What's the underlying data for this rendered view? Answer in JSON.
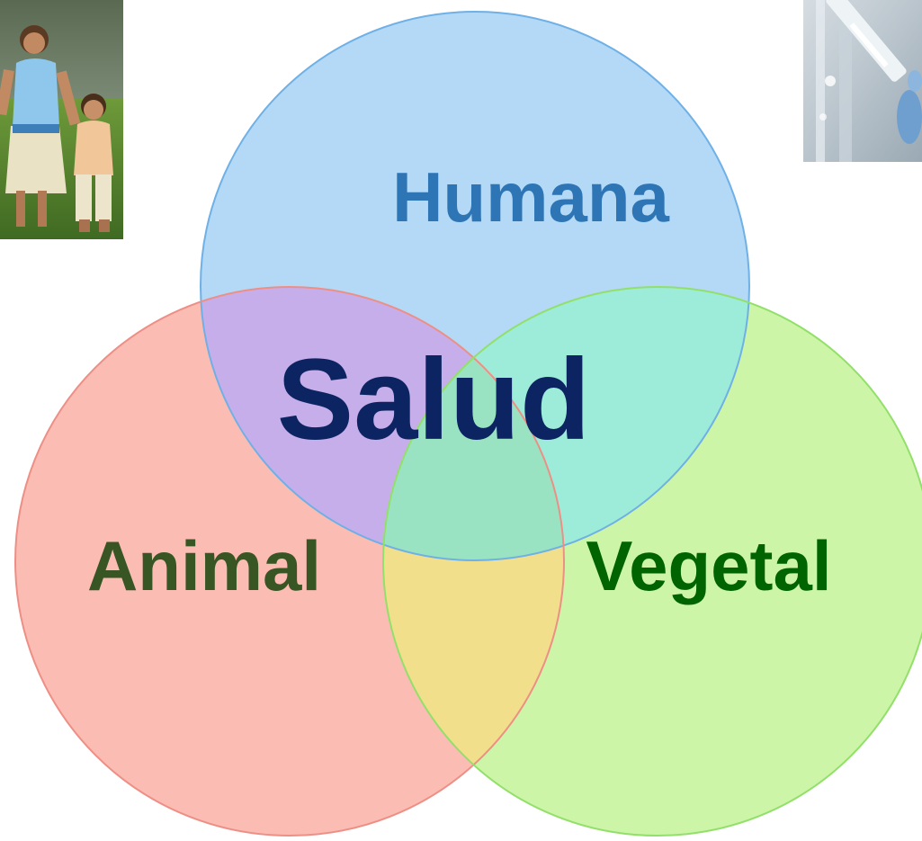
{
  "diagram": {
    "center_label": "Salud",
    "circles": [
      {
        "id": "humana",
        "label": "Humana",
        "fill": "#b3d9f6",
        "stroke": "#6fb0e6",
        "text_color": "#2e75b6"
      },
      {
        "id": "animal",
        "label": "Animal",
        "fill": "#fbbcb4",
        "stroke": "#ee8f86",
        "text_color": "#375623"
      },
      {
        "id": "vegetal",
        "label": "Vegetal",
        "fill": "#ccf5a8",
        "stroke": "#92e06a",
        "text_color": "#006400"
      }
    ],
    "center_text_color": "#0c2461",
    "overlap_colors": {
      "humana_animal": "#c6aeea",
      "humana_vegetal": "#9cecd9",
      "animal_vegetal": "#f2df8c",
      "all_three": "#9ae3c2"
    }
  },
  "images": [
    {
      "id": "children",
      "icon": "photo-children-playing-icon"
    },
    {
      "id": "lab",
      "icon": "photo-laboratory-syringe-icon"
    }
  ]
}
